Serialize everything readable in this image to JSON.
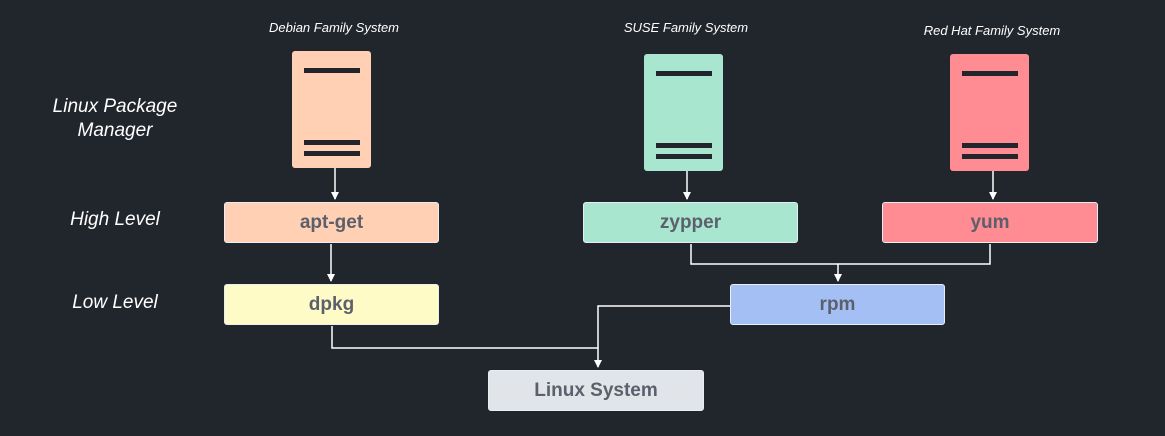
{
  "families": {
    "debian": "Debian Family System",
    "suse": "SUSE Family System",
    "redhat": "Red Hat Family System"
  },
  "rows": {
    "manager": "Linux Package Manager",
    "high": "High Level",
    "low": "Low Level"
  },
  "boxes": {
    "apt_get": "apt-get",
    "zypper": "zypper",
    "yum": "yum",
    "dpkg": "dpkg",
    "rpm": "rpm",
    "linux_system": "Linux System"
  },
  "colors": {
    "background": "#21252c",
    "debian": "#ffd0b3",
    "suse": "#a9e6d0",
    "redhat": "#ff8b93",
    "dpkg": "#fffbc7",
    "rpm": "#a4bff4",
    "linux_system": "#e1e4e8",
    "connector": "#ffffff"
  }
}
